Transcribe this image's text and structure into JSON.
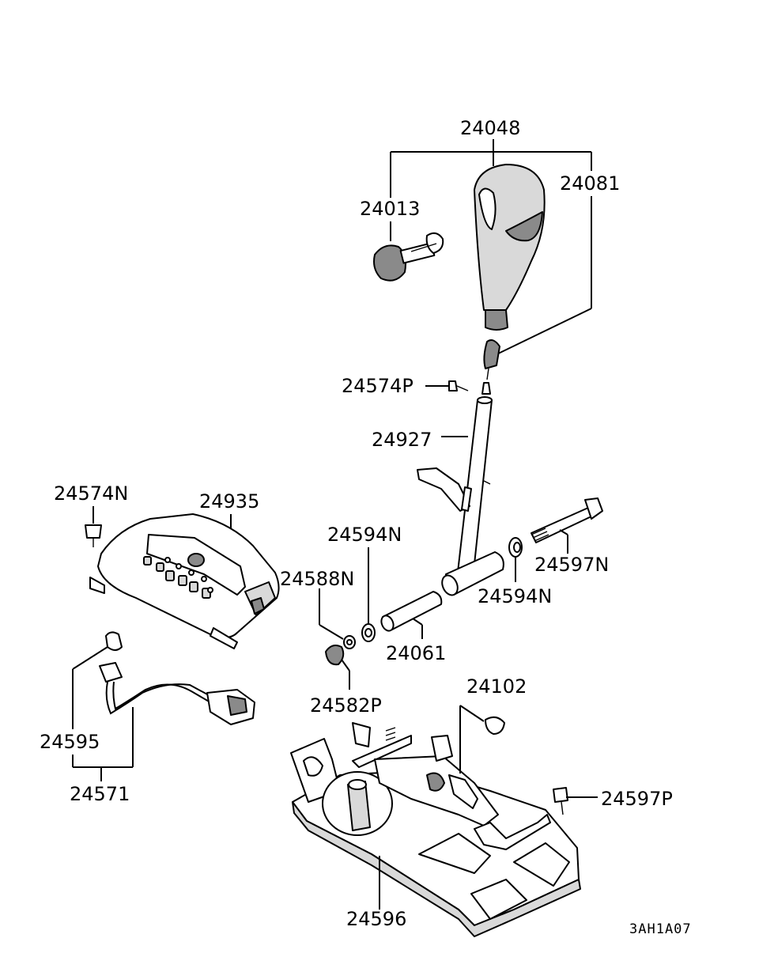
{
  "labels": {
    "p24048": "24048",
    "p24081": "24081",
    "p24013": "24013",
    "p24574P": "24574P",
    "p24927": "24927",
    "p24574N": "24574N",
    "p24935": "24935",
    "p24594N_top": "24594N",
    "p24588N": "24588N",
    "p24597N": "24597N",
    "p24594N_right": "24594N",
    "p24061": "24061",
    "p24582P": "24582P",
    "p24102": "24102",
    "p24595": "24595",
    "p24571": "24571",
    "p24597P": "24597P",
    "p24596": "24596"
  },
  "diagram_code": "3AH1A07"
}
